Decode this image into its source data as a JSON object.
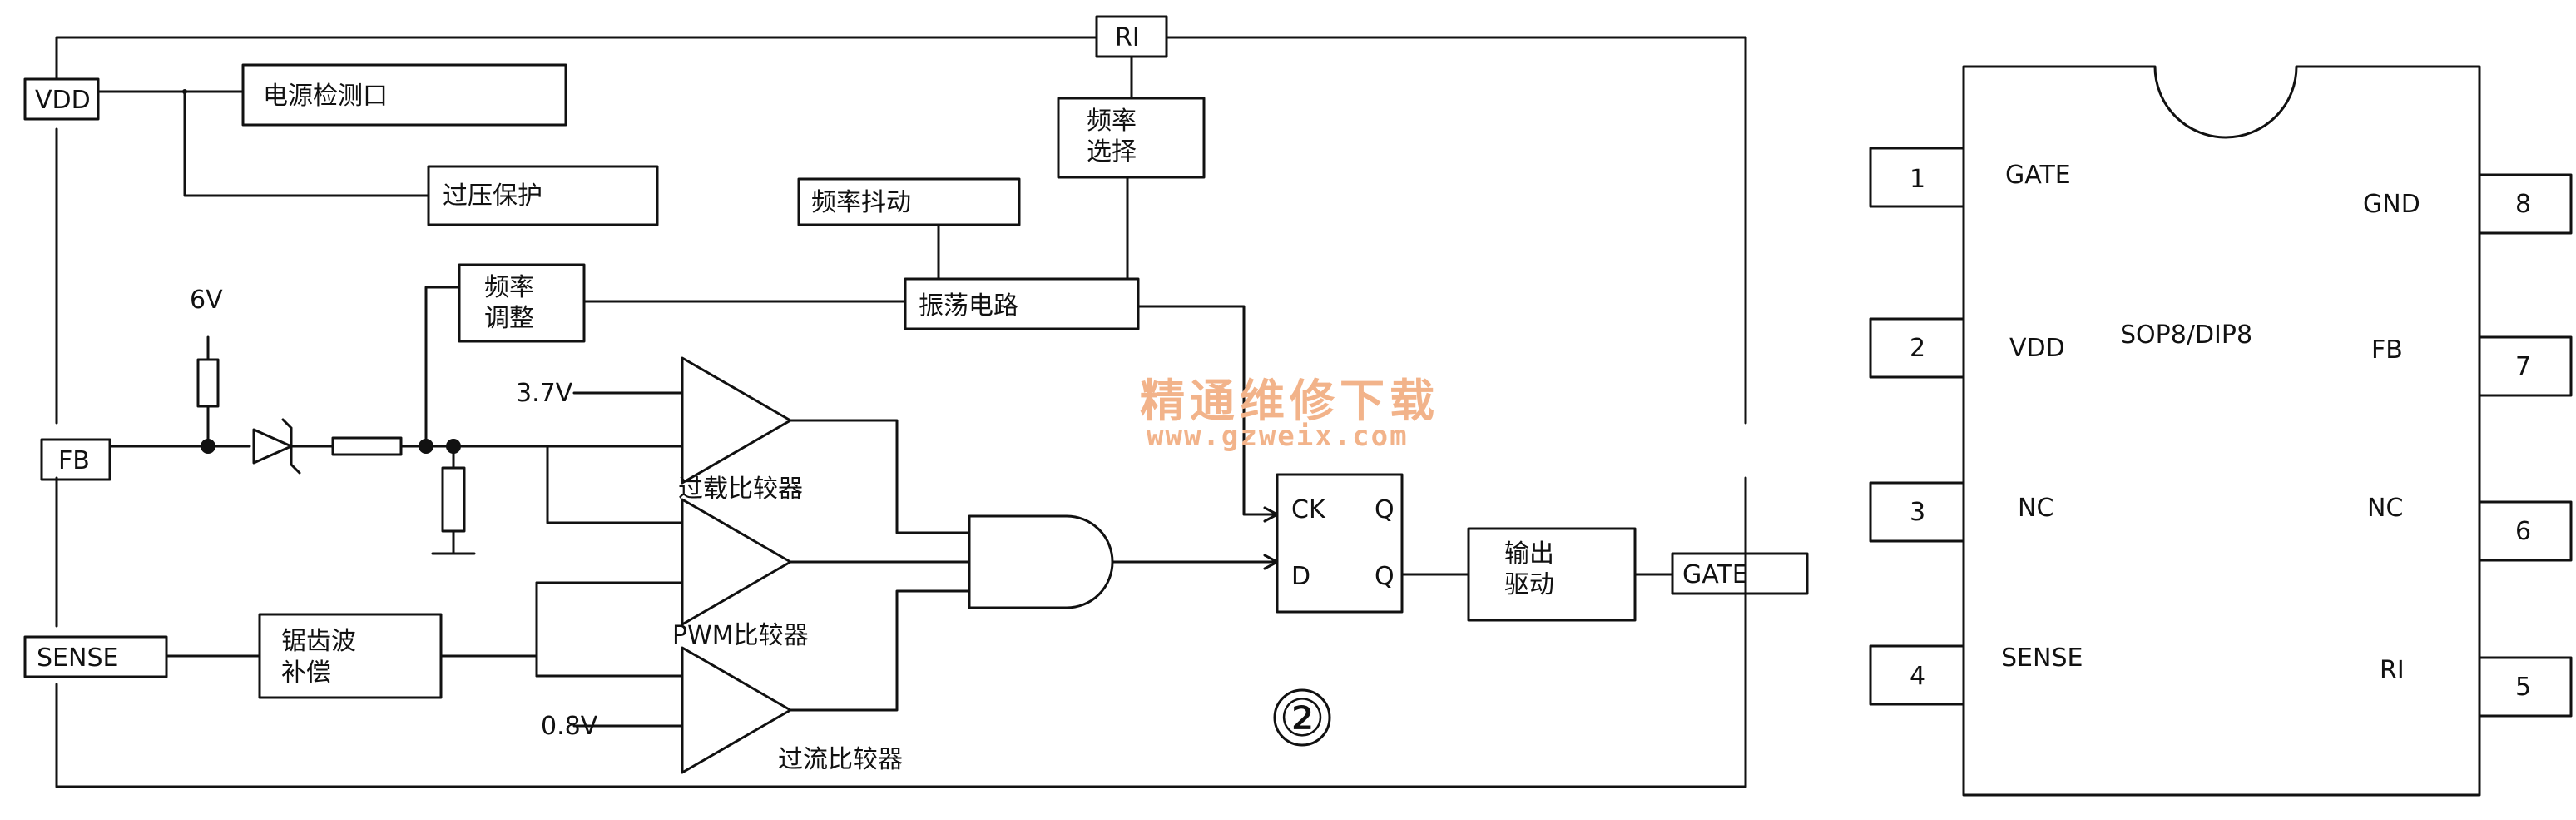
{
  "pins": {
    "vdd": "VDD",
    "fb": "FB",
    "sense": "SENSE",
    "gate": "GATE",
    "ri": "RI"
  },
  "blocks": {
    "power_detect": "电源检测口",
    "over_voltage": "过压保护",
    "freq_jitter": "频率抖动",
    "freq_select_1": "频率",
    "freq_select_2": "选择",
    "freq_adjust_1": "频率",
    "freq_adjust_2": "调整",
    "oscillator": "振荡电路",
    "sawtooth_1": "锯齿波",
    "sawtooth_2": "补偿",
    "driver_1": "输出",
    "driver_2": "驱动",
    "flipflop_ck": "CK",
    "flipflop_d": "D",
    "flipflop_q1": "Q",
    "flipflop_q2": "Q"
  },
  "voltages": {
    "zener": "6V",
    "overload_ref": "3.7V",
    "overcurrent_ref": "0.8V"
  },
  "comparators": {
    "overload": "过载比较器",
    "pwm": "PWM比较器",
    "overcurrent": "过流比较器"
  },
  "figure_number": "②",
  "watermark": {
    "cn": "精通维修下载",
    "url": "www.gzweix.com"
  },
  "ic": {
    "package": "SOP8/DIP8",
    "pins": [
      {
        "num": "1",
        "name": "GATE"
      },
      {
        "num": "2",
        "name": "VDD"
      },
      {
        "num": "3",
        "name": "NC"
      },
      {
        "num": "4",
        "name": "SENSE"
      },
      {
        "num": "5",
        "name": "RI"
      },
      {
        "num": "6",
        "name": "NC"
      },
      {
        "num": "7",
        "name": "FB"
      },
      {
        "num": "8",
        "name": "GND"
      }
    ]
  }
}
